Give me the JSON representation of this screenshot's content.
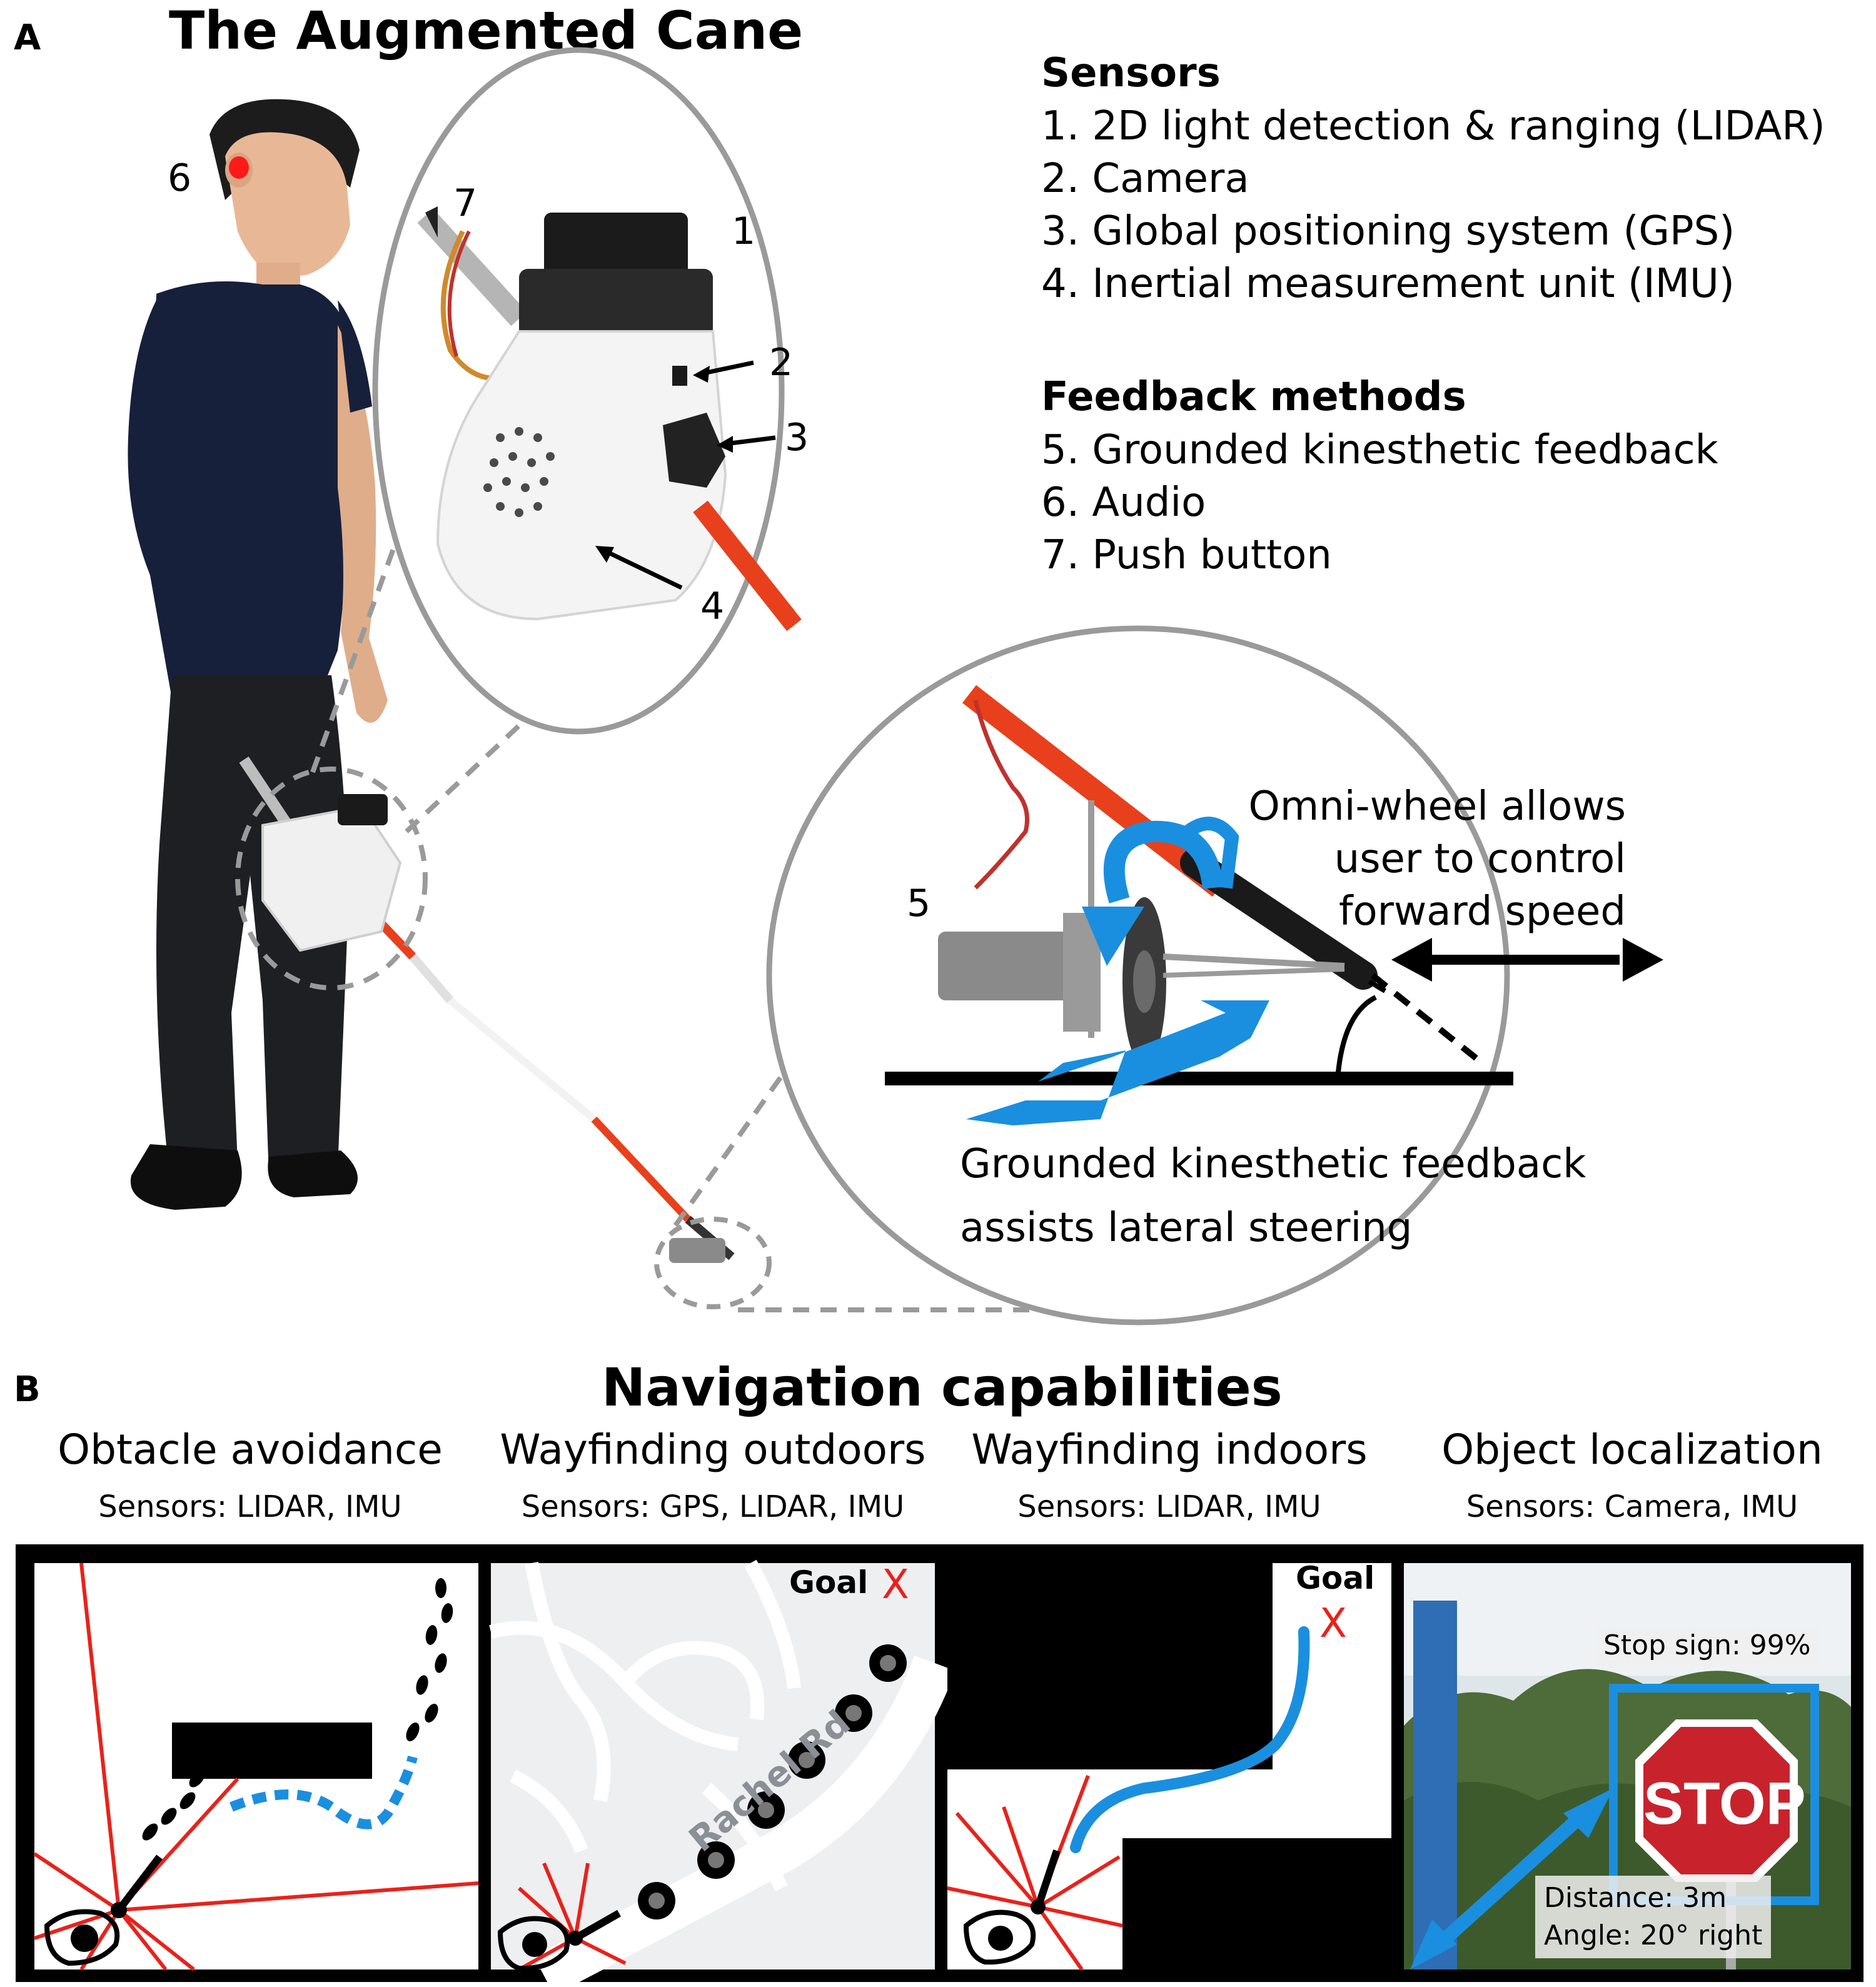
{
  "panel_a": {
    "letter": "A",
    "title": "The Augmented Cane",
    "sensors": {
      "heading": "Sensors",
      "items": [
        "1. 2D light detection & ranging (LIDAR)",
        "2. Camera",
        "3. Global positioning system (GPS)",
        "4. Inertial measurement unit (IMU)"
      ]
    },
    "feedback": {
      "heading": "Feedback methods",
      "items": [
        "5. Grounded kinesthetic feedback",
        "6. Audio",
        "7. Push button"
      ]
    },
    "markers": [
      "1",
      "2",
      "3",
      "4",
      "5",
      "6",
      "7"
    ],
    "omni_wheel_text": [
      "Omni-wheel allows",
      "user to control",
      "forward speed"
    ],
    "steering_text": [
      "Grounded kinesthetic feedback",
      "assists lateral steering"
    ]
  },
  "panel_b": {
    "letter": "B",
    "title": "Navigation capabilities",
    "capabilities": [
      {
        "title": "Obtacle avoidance",
        "sensors": "Sensors: LIDAR, IMU"
      },
      {
        "title": "Wayfinding outdoors",
        "sensors": "Sensors: GPS, LIDAR, IMU"
      },
      {
        "title": "Wayfinding indoors",
        "sensors": "Sensors: LIDAR, IMU"
      },
      {
        "title": "Object localization",
        "sensors": "Sensors: Camera, IMU"
      }
    ],
    "goal_label": "Goal",
    "goal_marker": "X",
    "road_label": "Rachel Rd",
    "stop_sign_text": "STOP",
    "detection_label": "Stop sign: 99%",
    "distance_label": "Distance: 3m",
    "angle_label": "Angle: 20° right"
  },
  "colors": {
    "accent_blue": "#1a8fe0",
    "lidar_red": "#e8221b",
    "cane_orange": "#e8401c",
    "outline_gray": "#9a9a9a",
    "stop_red": "#c8232c"
  }
}
